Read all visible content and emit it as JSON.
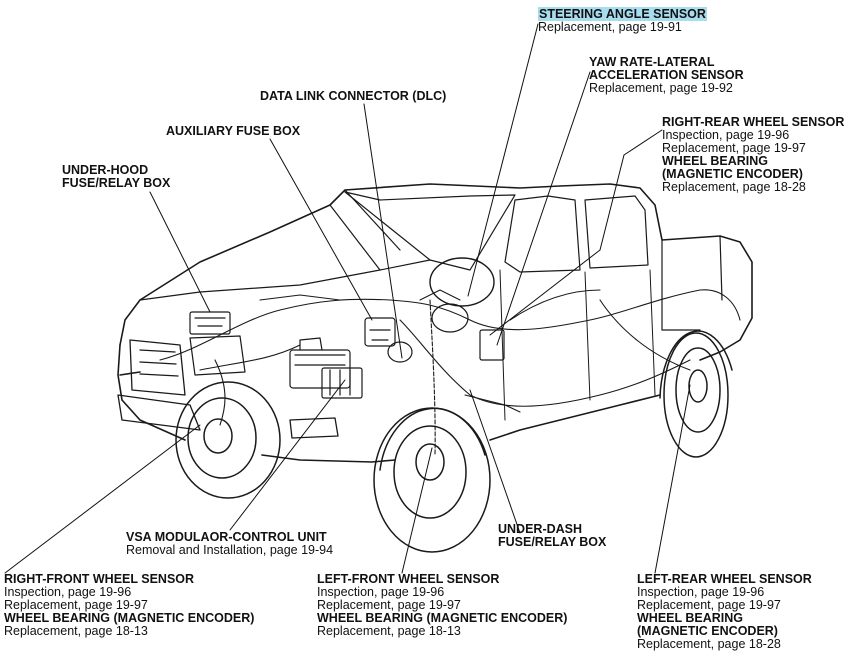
{
  "labels": {
    "steering_angle": {
      "title": "STEERING ANGLE SENSOR",
      "lines": [
        "Replacement, page 19-91"
      ]
    },
    "yaw_rate": {
      "title_1": "YAW RATE-LATERAL",
      "title_2": "ACCELERATION SENSOR",
      "lines": [
        "Replacement, page 19-92"
      ]
    },
    "dlc": {
      "title": "DATA LINK CONNECTOR (DLC)"
    },
    "aux_fuse": {
      "title": "AUXILIARY FUSE BOX"
    },
    "under_hood": {
      "title_1": "UNDER-HOOD",
      "title_2": "FUSE/RELAY BOX"
    },
    "right_rear": {
      "title": "RIGHT-REAR WHEEL SENSOR",
      "lines": [
        "Inspection, page 19-96",
        "Replacement, page 19-97"
      ],
      "sub_title_1": "WHEEL BEARING",
      "sub_title_2": "(MAGNETIC ENCODER)",
      "sub_lines": [
        "Replacement, page 18-28"
      ]
    },
    "vsa": {
      "title": "VSA MODULAOR-CONTROL UNIT",
      "lines": [
        "Removal and Installation, page 19-94"
      ]
    },
    "under_dash": {
      "title_1": "UNDER-DASH",
      "title_2": "FUSE/RELAY BOX"
    },
    "right_front": {
      "title": "RIGHT-FRONT WHEEL SENSOR",
      "lines": [
        "Inspection, page 19-96",
        "Replacement, page 19-97"
      ],
      "sub_title": "WHEEL BEARING (MAGNETIC ENCODER)",
      "sub_lines": [
        "Replacement, page 18-13"
      ]
    },
    "left_front": {
      "title": "LEFT-FRONT WHEEL SENSOR",
      "lines": [
        "Inspection, page 19-96",
        "Replacement, page 19-97"
      ],
      "sub_title": "WHEEL BEARING (MAGNETIC ENCODER)",
      "sub_lines": [
        "Replacement, page 18-13"
      ]
    },
    "left_rear": {
      "title": "LEFT-REAR WHEEL SENSOR",
      "lines": [
        "Inspection, page 19-96",
        "Replacement, page 19-97"
      ],
      "sub_title_1": "WHEEL BEARING",
      "sub_title_2": "(MAGNETIC ENCODER)",
      "sub_lines": [
        "Replacement, page 18-28"
      ]
    }
  },
  "colors": {
    "highlight": "#a8dcef",
    "line": "#111111"
  }
}
